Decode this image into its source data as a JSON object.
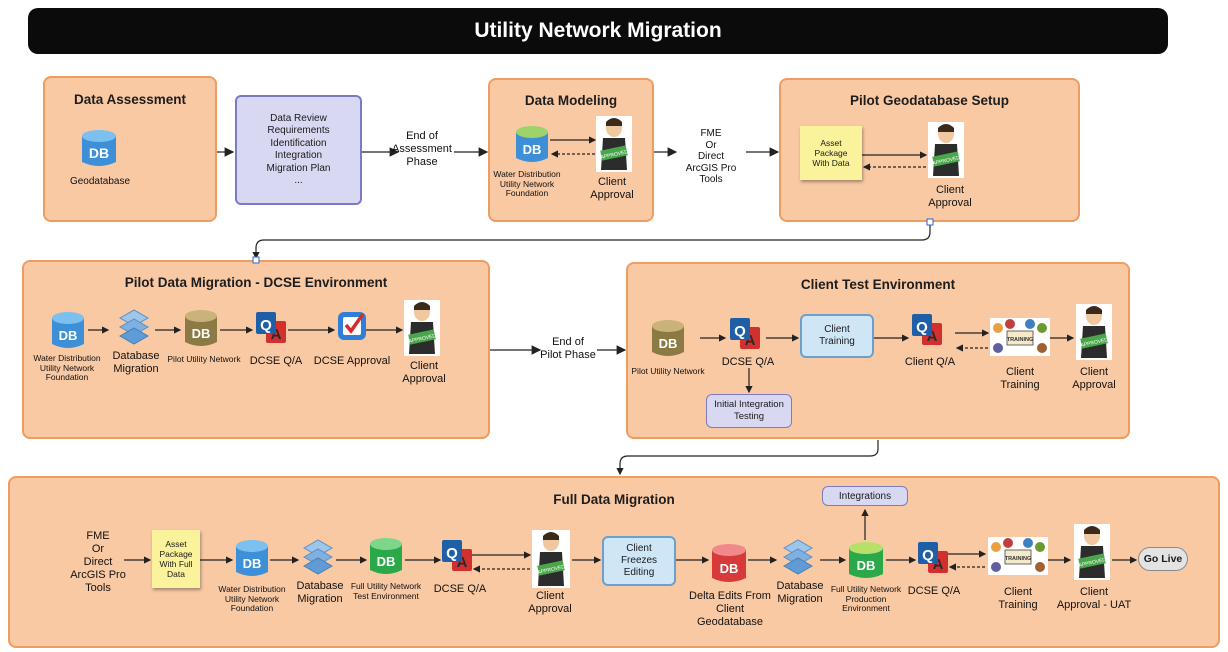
{
  "title": "Utility Network Migration",
  "panels": {
    "data_assessment": {
      "title": "Data Assessment",
      "db_icon": "DB",
      "db_label": "Geodatabase"
    },
    "review_box": [
      "Data Review",
      "Requirements",
      "Identification",
      "Integration",
      "Migration Plan",
      "..."
    ],
    "end_assessment": [
      "End of",
      "Assessment",
      "Phase"
    ],
    "data_modeling": {
      "title": "Data Modeling",
      "db_label": [
        "Water Distribution",
        "Utility Network",
        "Foundation"
      ],
      "approval_label": [
        "Client",
        "Approval"
      ]
    },
    "fme_1": [
      "FME",
      "Or",
      "Direct",
      "ArcGIS Pro",
      "Tools"
    ],
    "pilot_setup": {
      "title": "Pilot Geodatabase Setup",
      "note": [
        "Asset",
        "Package",
        "With Data"
      ],
      "approval_label": [
        "Client",
        "Approval"
      ]
    },
    "pilot_migration": {
      "title": "Pilot Data Migration - DCSE Environment",
      "wd_label": [
        "Water Distribution",
        "Utility Network",
        "Foundation"
      ],
      "dbmig_label": [
        "Database",
        "Migration"
      ],
      "pun_label": "Pilot Utility Network",
      "qa_label": "DCSE Q/A",
      "dcse_approval_label": "DCSE Approval",
      "client_approval_label": [
        "Client",
        "Approval"
      ]
    },
    "end_pilot": [
      "End of",
      "Pilot Phase"
    ],
    "client_test": {
      "title": "Client Test Environment",
      "pun_label": "Pilot Utility Network",
      "qa_label": "DCSE Q/A",
      "training_box": [
        "Client",
        "Training"
      ],
      "client_qa_label": "Client Q/A",
      "training_label": [
        "Client",
        "Training"
      ],
      "approval_label": [
        "Client",
        "Approval"
      ],
      "integration_box": [
        "Initial Integration",
        "Testing"
      ]
    },
    "full_migration": {
      "title": "Full Data Migration",
      "fme": [
        "FME",
        "Or",
        "Direct",
        "ArcGIS Pro",
        "Tools"
      ],
      "note": [
        "Asset",
        "Package",
        "With Full",
        "Data"
      ],
      "wd_label": [
        "Water Distribution",
        "Utility Network",
        "Foundation"
      ],
      "dbmig1_label": [
        "Database",
        "Migration"
      ],
      "fun_test_label": [
        "Full Utility Network",
        "Test Environment"
      ],
      "qa1_label": "DCSE Q/A",
      "approval1_label": [
        "Client",
        "Approval"
      ],
      "freeze_box": [
        "Client",
        "Freezes",
        "Editing"
      ],
      "delta_label": [
        "Delta Edits From",
        "Client",
        "Geodatabase"
      ],
      "dbmig2_label": [
        "Database",
        "Migration"
      ],
      "fun_prod_label": [
        "Full Utility Network",
        "Production",
        "Environment"
      ],
      "integrations": "Integrations",
      "qa2_label": "DCSE Q/A",
      "training_label": [
        "Client",
        "Training"
      ],
      "uat_label": [
        "Client",
        "Approval - UAT"
      ],
      "go_live": "Go Live"
    }
  },
  "icons": {
    "db_text": "DB",
    "qa_q": "Q",
    "qa_a": "A",
    "approved_stamp": "APPROVED",
    "training_sign": "TRAINING"
  },
  "colors": {
    "panel_fill": "#f9c9a4",
    "panel_border": "#ee9c64",
    "db_blue": "#3d8fd8",
    "db_olive": "#8c7a44",
    "db_green": "#2aa84a",
    "db_red": "#d63a3a",
    "banner": "#0b0b0b"
  }
}
